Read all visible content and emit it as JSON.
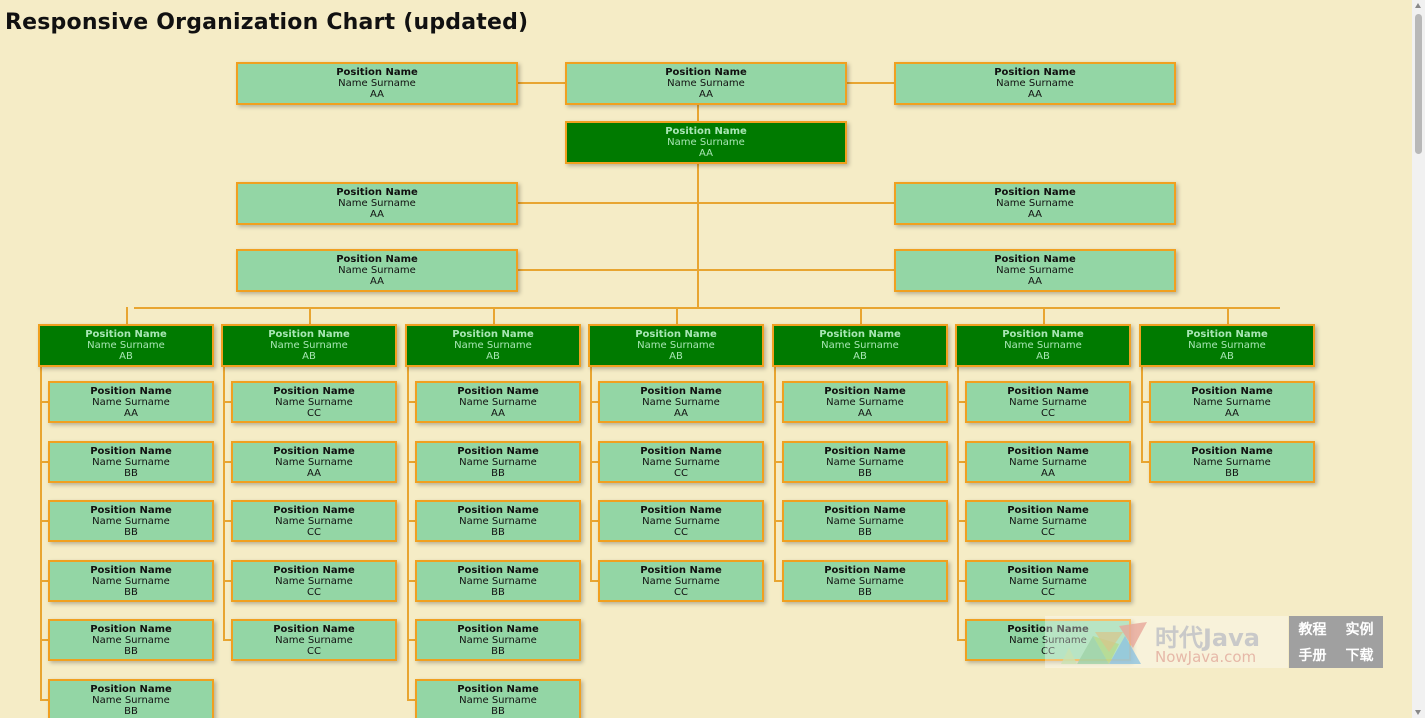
{
  "page": {
    "title": "Responsive Organization Chart (updated)"
  },
  "top_row": [
    {
      "position": "Position Name",
      "name": "Name Surname",
      "code": "AA"
    },
    {
      "position": "Position Name",
      "name": "Name Surname",
      "code": "AA"
    },
    {
      "position": "Position Name",
      "name": "Name Surname",
      "code": "AA"
    }
  ],
  "head": {
    "position": "Position Name",
    "name": "Name Surname",
    "code": "AA"
  },
  "side_rows": [
    [
      {
        "position": "Position Name",
        "name": "Name Surname",
        "code": "AA"
      },
      {
        "position": "Position Name",
        "name": "Name Surname",
        "code": "AA"
      }
    ],
    [
      {
        "position": "Position Name",
        "name": "Name Surname",
        "code": "AA"
      },
      {
        "position": "Position Name",
        "name": "Name Surname",
        "code": "AA"
      }
    ]
  ],
  "departments": [
    {
      "head": {
        "position": "Position Name",
        "name": "Name Surname",
        "code": "AB"
      },
      "members": [
        {
          "position": "Position Name",
          "name": "Name Surname",
          "code": "AA"
        },
        {
          "position": "Position Name",
          "name": "Name Surname",
          "code": "BB"
        },
        {
          "position": "Position Name",
          "name": "Name Surname",
          "code": "BB"
        },
        {
          "position": "Position Name",
          "name": "Name Surname",
          "code": "BB"
        },
        {
          "position": "Position Name",
          "name": "Name Surname",
          "code": "BB"
        },
        {
          "position": "Position Name",
          "name": "Name Surname",
          "code": "BB"
        }
      ]
    },
    {
      "head": {
        "position": "Position Name",
        "name": "Name Surname",
        "code": "AB"
      },
      "members": [
        {
          "position": "Position Name",
          "name": "Name Surname",
          "code": "CC"
        },
        {
          "position": "Position Name",
          "name": "Name Surname",
          "code": "AA"
        },
        {
          "position": "Position Name",
          "name": "Name Surname",
          "code": "CC"
        },
        {
          "position": "Position Name",
          "name": "Name Surname",
          "code": "CC"
        },
        {
          "position": "Position Name",
          "name": "Name Surname",
          "code": "CC"
        }
      ]
    },
    {
      "head": {
        "position": "Position Name",
        "name": "Name Surname",
        "code": "AB"
      },
      "members": [
        {
          "position": "Position Name",
          "name": "Name Surname",
          "code": "AA"
        },
        {
          "position": "Position Name",
          "name": "Name Surname",
          "code": "BB"
        },
        {
          "position": "Position Name",
          "name": "Name Surname",
          "code": "BB"
        },
        {
          "position": "Position Name",
          "name": "Name Surname",
          "code": "BB"
        },
        {
          "position": "Position Name",
          "name": "Name Surname",
          "code": "BB"
        },
        {
          "position": "Position Name",
          "name": "Name Surname",
          "code": "BB"
        }
      ]
    },
    {
      "head": {
        "position": "Position Name",
        "name": "Name Surname",
        "code": "AB"
      },
      "members": [
        {
          "position": "Position Name",
          "name": "Name Surname",
          "code": "AA"
        },
        {
          "position": "Position Name",
          "name": "Name Surname",
          "code": "CC"
        },
        {
          "position": "Position Name",
          "name": "Name Surname",
          "code": "CC"
        },
        {
          "position": "Position Name",
          "name": "Name Surname",
          "code": "CC"
        }
      ]
    },
    {
      "head": {
        "position": "Position Name",
        "name": "Name Surname",
        "code": "AB"
      },
      "members": [
        {
          "position": "Position Name",
          "name": "Name Surname",
          "code": "AA"
        },
        {
          "position": "Position Name",
          "name": "Name Surname",
          "code": "BB"
        },
        {
          "position": "Position Name",
          "name": "Name Surname",
          "code": "BB"
        },
        {
          "position": "Position Name",
          "name": "Name Surname",
          "code": "BB"
        }
      ]
    },
    {
      "head": {
        "position": "Position Name",
        "name": "Name Surname",
        "code": "AB"
      },
      "members": [
        {
          "position": "Position Name",
          "name": "Name Surname",
          "code": "CC"
        },
        {
          "position": "Position Name",
          "name": "Name Surname",
          "code": "AA"
        },
        {
          "position": "Position Name",
          "name": "Name Surname",
          "code": "CC"
        },
        {
          "position": "Position Name",
          "name": "Name Surname",
          "code": "CC"
        },
        {
          "position": "Position Name",
          "name": "Name Surname",
          "code": "CC"
        }
      ]
    },
    {
      "head": {
        "position": "Position Name",
        "name": "Name Surname",
        "code": "AB"
      },
      "members": [
        {
          "position": "Position Name",
          "name": "Name Surname",
          "code": "AA"
        },
        {
          "position": "Position Name",
          "name": "Name Surname",
          "code": "BB"
        }
      ]
    }
  ],
  "watermark": {
    "brand_cn": "时代Java",
    "brand_en": "NowJava.com",
    "links": [
      "教程",
      "实例",
      "手册",
      "下载"
    ]
  },
  "colors": {
    "background": "#f5ecc6",
    "node_fill": "#93d6a5",
    "node_dark_fill": "#007a00",
    "node_dark_text": "#a8e6b4",
    "node_border": "#f0a020",
    "connector": "#e8a531"
  }
}
